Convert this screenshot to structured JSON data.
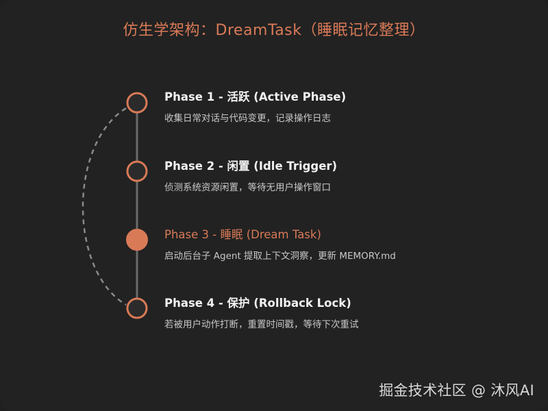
{
  "title": "仿生学架构：DreamTask（睡眠记忆整理）",
  "phases": [
    {
      "title": "Phase 1 - 活跃 (Active Phase)",
      "desc": "收集日常对话与代码变更，记录操作日志",
      "active": false
    },
    {
      "title": "Phase 2 - 闲置 (Idle Trigger)",
      "desc": "侦测系统资源闲置，等待无用户操作窗口",
      "active": false
    },
    {
      "title": "Phase 3 - 睡眠 (Dream Task)",
      "desc": "启动后台子 Agent 提取上下文洞察，更新 MEMORY.md",
      "active": true
    },
    {
      "title": "Phase 4 - 保护 (Rollback Lock)",
      "desc": "若被用户动作打断，重置时间戳，等待下次重试",
      "active": false
    }
  ],
  "watermark": "掘金技术社区 @ 沐风AI",
  "colors": {
    "accent": "#d97a57",
    "background": "#222222",
    "node_fill": "#2b2b2b",
    "line": "#6a6a6a",
    "dashed": "#8a8a8a"
  }
}
